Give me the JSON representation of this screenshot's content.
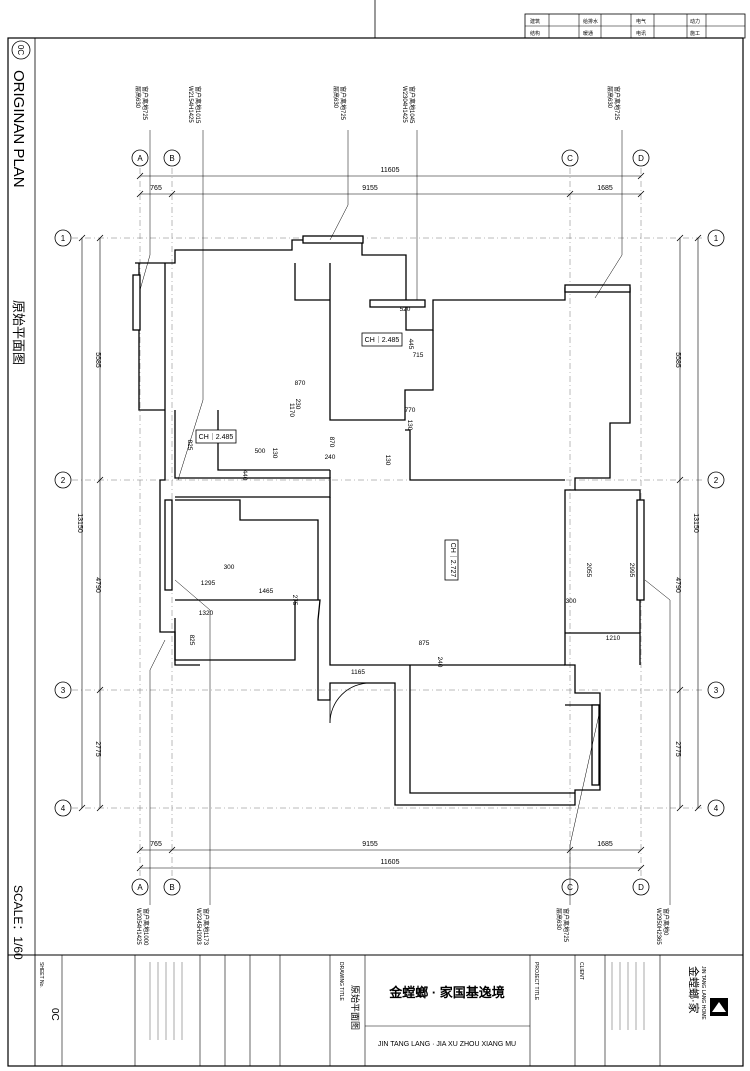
{
  "sheet": {
    "sheet_code": "0C",
    "plan_title_en": "ORIGINAN PLAN",
    "plan_title_cn": "原始平面图",
    "scale": "SCALE：1/60"
  },
  "grid_axes": {
    "columns": [
      "A",
      "B",
      "C",
      "D"
    ],
    "rows": [
      "1",
      "2",
      "3",
      "4"
    ]
  },
  "dimensions": {
    "top_total": "11605",
    "top_segments": [
      "765",
      "9155",
      "1685"
    ],
    "bottom_total": "11605",
    "bottom_segments": [
      "765",
      "9155",
      "1685"
    ],
    "left_total": "13150",
    "left_segments": [
      "5585",
      "4790",
      "2775"
    ],
    "right_total": "13150",
    "right_segments": [
      "5585",
      "4790",
      "2775"
    ],
    "interior": [
      "520",
      "445",
      "715",
      "870",
      "1170",
      "770",
      "130",
      "870",
      "130",
      "240",
      "500",
      "130",
      "440",
      "825",
      "300",
      "1295",
      "1465",
      "1320",
      "825",
      "2055",
      "2995",
      "300",
      "1210",
      "875",
      "1165",
      "240",
      "230",
      "275"
    ]
  },
  "ceiling_heights": [
    "CH｜2.485",
    "CH｜2.485",
    "CH｜2.727"
  ],
  "window_callouts": {
    "top": [
      "窗户离地725\n层高630",
      "窗户离地1015\nW2154H1425",
      "窗户离地725\n层高630",
      "窗户离地1045\nW2304H1425",
      "窗户离地725\n层高630"
    ],
    "bottom": [
      "窗户离地1000\nW2054H1425",
      "窗户离地1173\nW2245H2093",
      "窗户离地725\n层高630",
      "窗户离地0\nW2950H2365"
    ]
  },
  "title_block": {
    "project_name_cn": "金螳螂 · 家国基逸境",
    "project_name_pinyin": "JIN TANG LANG · JIA XU ZHOU XIANG MU",
    "drawing_title_cn": "原始平面图",
    "drawing_title_label": "DRAWING TITLE",
    "project_title_label": "PROJECT TITLE",
    "client_label": "CLIENT",
    "sheet_no_label": "SHEET No.",
    "sheet_no": "0C",
    "company_cn": "金螳螂·家",
    "company_en": "JIN TANG LANG HOME"
  },
  "top_table": {
    "rows": [
      [
        "建筑",
        "",
        "给排水",
        "",
        "电气",
        "",
        "动力"
      ],
      [
        "结构",
        "",
        "暖通",
        "",
        "电讯",
        "",
        "施工"
      ]
    ]
  }
}
